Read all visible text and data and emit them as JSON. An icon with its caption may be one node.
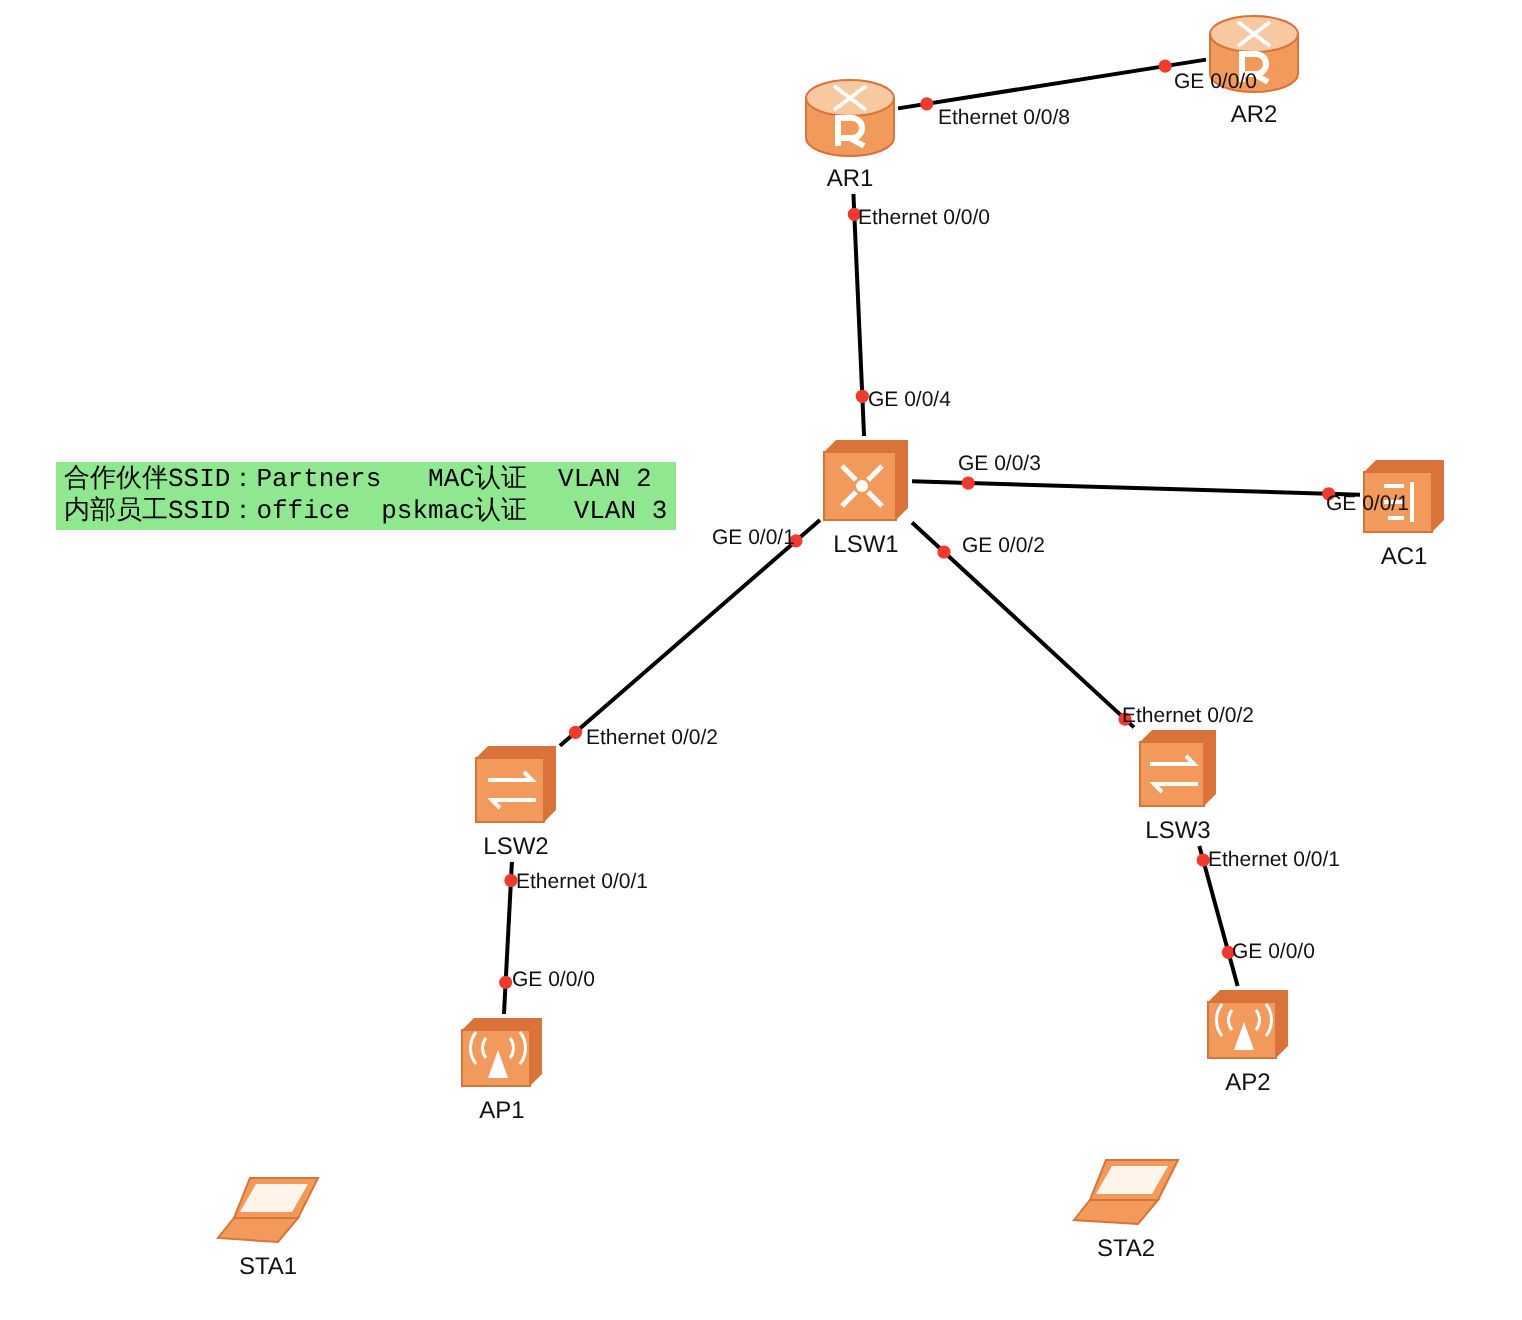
{
  "diagram": {
    "nodes": [
      {
        "text": [
          "AR1"
        ]
      },
      {
        "text": [
          "AR2"
        ]
      },
      {
        "text": [
          "合作伙伴SSID：Partners   MAC认证  VLAN 2",
          "内部员工SSID：office  pskmac认证   VLAN 3"
        ]
      },
      {
        "text": [
          "LSW1"
        ]
      },
      {
        "text": [
          "AC1"
        ]
      },
      {
        "text": [
          "LSW2"
        ]
      },
      {
        "text": [
          "LSW3"
        ]
      },
      {
        "text": [
          "AP1"
        ]
      },
      {
        "text": [
          "AP2"
        ]
      },
      {
        "text": [
          "STA1"
        ]
      },
      {
        "text": [
          "STA2"
        ]
      }
    ],
    "edges": [
      {
        "from": 0,
        "to": 1,
        "arrow": "none"
      },
      {
        "from": 0,
        "to": 3,
        "arrow": "none"
      },
      {
        "from": 3,
        "to": 4,
        "arrow": "none"
      },
      {
        "from": 3,
        "to": 5,
        "arrow": "none"
      },
      {
        "from": 3,
        "to": 6,
        "arrow": "none"
      },
      {
        "from": 5,
        "to": 7,
        "arrow": "none"
      },
      {
        "from": 6,
        "to": 8,
        "arrow": "none"
      }
    ],
    "labels": [
      "GE 0/0/0",
      "Ethernet 0/0/8",
      "Ethernet 0/0/0",
      "GE 0/0/4",
      "GE 0/0/3",
      "GE 0/0/1",
      "GE 0/0/1",
      "GE 0/0/2",
      "Ethernet 0/0/2",
      "Ethernet 0/0/2",
      "Ethernet 0/0/1",
      "Ethernet 0/0/1",
      "GE 0/0/0",
      "GE 0/0/0"
    ]
  }
}
